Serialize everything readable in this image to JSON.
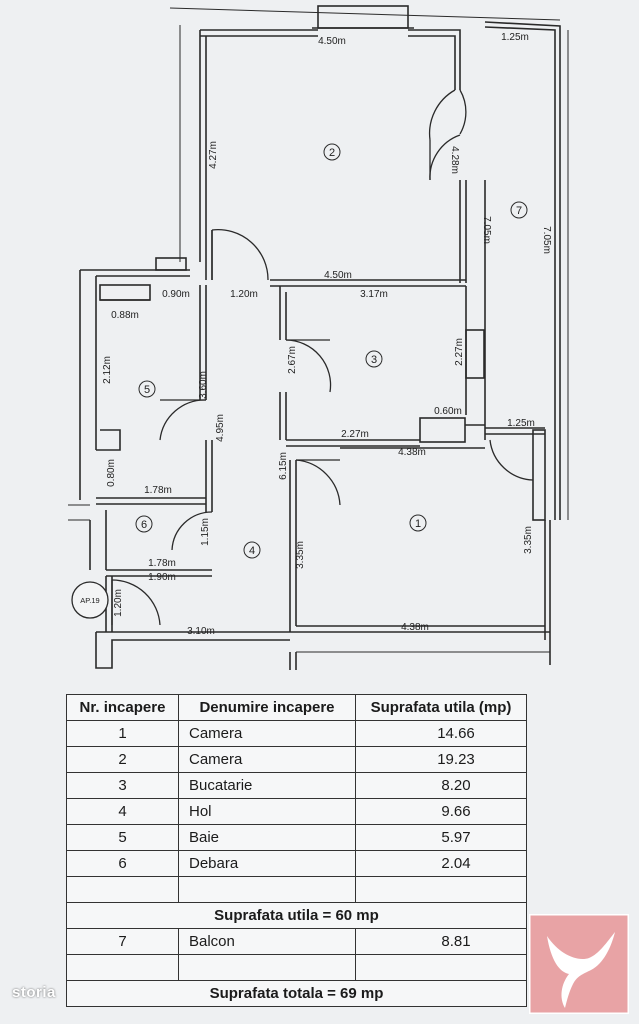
{
  "plan": {
    "rooms": [
      "1",
      "2",
      "3",
      "4",
      "5",
      "6",
      "7"
    ],
    "apartment_label": "AP.19",
    "dims": {
      "d450_top": "4.50m",
      "d125_top": "1.25m",
      "d427": "4.27m",
      "d428": "4.28m",
      "d705_a": "7.05m",
      "d705_b": "7.05m",
      "d450_mid": "4.50m",
      "d090": "0.90m",
      "d120_h": "1.20m",
      "d317": "3.17m",
      "d088": "0.88m",
      "d212": "2.12m",
      "d267": "2.67m",
      "d227_v": "2.27m",
      "d360": "3.60m",
      "d495": "4.95m",
      "d060": "0.60m",
      "d125_mid": "1.25m",
      "d227_h": "2.27m",
      "d438_mid": "4.38m",
      "d615": "6.15m",
      "d080": "0.80m",
      "d178_a": "1.78m",
      "d115": "1.15m",
      "d335_a": "3.35m",
      "d335_b": "3.35m",
      "d178_b": "1.78m",
      "d190": "1.90m",
      "d120_v": "1.20m",
      "d310": "3.10m",
      "d438_bot": "4.38m"
    }
  },
  "table": {
    "headers": [
      "Nr. incapere",
      "Denumire incapere",
      "Suprafata utila (mp)"
    ],
    "rows": [
      {
        "nr": "1",
        "name": "Camera",
        "area": "14.66"
      },
      {
        "nr": "2",
        "name": "Camera",
        "area": "19.23"
      },
      {
        "nr": "3",
        "name": "Bucatarie",
        "area": "8.20"
      },
      {
        "nr": "4",
        "name": "Hol",
        "area": "9.66"
      },
      {
        "nr": "5",
        "name": "Baie",
        "area": "5.97"
      },
      {
        "nr": "6",
        "name": "Debara",
        "area": "2.04"
      }
    ],
    "subtotal": "Suprafata utila = 60 mp",
    "balcony_row": {
      "nr": "7",
      "name": "Balcon",
      "area": "8.81"
    },
    "total": "Suprafata totala = 69 mp"
  },
  "watermark": "storia",
  "colors": {
    "brand_logo": "#e8a3a5",
    "brand_mark": "#ffffff",
    "wall": "#2a2a2a"
  }
}
